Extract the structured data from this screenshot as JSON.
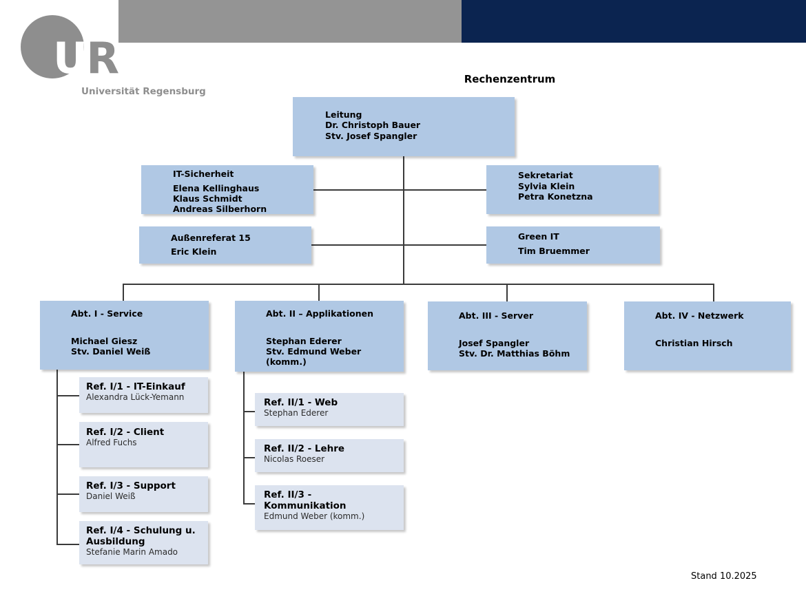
{
  "branding": {
    "logo_mark": "UR",
    "logo_u": "U",
    "logo_r": "R",
    "institution": "Universität Regensburg",
    "band_gray": "#949494",
    "band_navy": "#0b2450",
    "logo_gray": "#8e8e8e"
  },
  "chart": {
    "title": "Rechenzentrum",
    "footer": "Stand 10.2025",
    "colors": {
      "box_primary": "#b0c8e4",
      "box_secondary": "#dce3ef",
      "connector": "#3a3a3a"
    }
  },
  "leadership": {
    "role": "Leitung",
    "head": "Dr. Christoph Bauer",
    "deputy": "Stv. Josef Spangler"
  },
  "staff_units": [
    {
      "id": "it-sicherheit",
      "title": "IT-Sicherheit",
      "members": [
        "Elena Kellinghaus",
        "Klaus Schmidt",
        "Andreas Silberhorn"
      ]
    },
    {
      "id": "sekretariat",
      "title": "Sekretariat",
      "members": [
        "Sylvia Klein",
        "Petra Konetzna"
      ]
    },
    {
      "id": "aussenreferat-15",
      "title": "Außenreferat 15",
      "members": [
        "Eric Klein"
      ]
    },
    {
      "id": "green-it",
      "title": "Green IT",
      "members": [
        "Tim Bruemmer"
      ]
    }
  ],
  "departments": [
    {
      "id": "abt-1",
      "title": "Abt. I - Service",
      "head": "Michael Giesz",
      "deputy": "Stv. Daniel Weiß",
      "units": [
        {
          "id": "ref-i-1",
          "title": "Ref. I/1 - IT-Einkauf",
          "person": "Alexandra Lück-Yemann"
        },
        {
          "id": "ref-i-2",
          "title": "Ref. I/2 - Client",
          "person": "Alfred Fuchs"
        },
        {
          "id": "ref-i-3",
          "title": "Ref. I/3 - Support",
          "person": "Daniel Weiß"
        },
        {
          "id": "ref-i-4",
          "title": "Ref. I/4 - Schulung u. Ausbildung",
          "person": "Stefanie Marin Amado"
        }
      ]
    },
    {
      "id": "abt-2",
      "title": "Abt. II – Applikationen",
      "head": "Stephan Ederer",
      "deputy": "Stv. Edmund Weber (komm.)",
      "units": [
        {
          "id": "ref-ii-1",
          "title": "Ref. II/1 - Web",
          "person": "Stephan Ederer"
        },
        {
          "id": "ref-ii-2",
          "title": "Ref. II/2 - Lehre",
          "person": "Nicolas Roeser"
        },
        {
          "id": "ref-ii-3",
          "title": "Ref. II/3 - Kommunikation",
          "person": "Edmund Weber (komm.)"
        }
      ]
    },
    {
      "id": "abt-3",
      "title": "Abt. III - Server",
      "head": "Josef Spangler",
      "deputy": "Stv. Dr. Matthias Böhm",
      "units": []
    },
    {
      "id": "abt-4",
      "title": "Abt. IV - Netzwerk",
      "head": "Christian Hirsch",
      "deputy": "",
      "units": []
    }
  ]
}
